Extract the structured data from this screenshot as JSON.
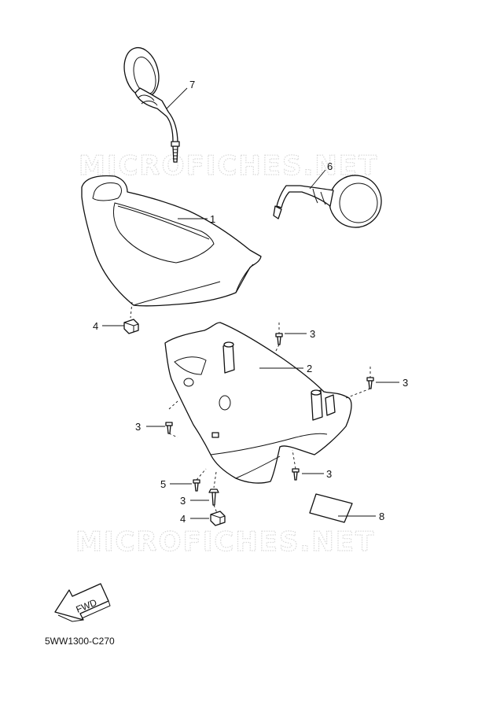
{
  "watermark": "MICROFICHES.NET",
  "diagram_code": "5WW1300-C270",
  "fwd_label": "FWD",
  "callouts": [
    {
      "id": "c7",
      "label": "7"
    },
    {
      "id": "c6",
      "label": "6"
    },
    {
      "id": "c1",
      "label": "1"
    },
    {
      "id": "c4a",
      "label": "4"
    },
    {
      "id": "c3a",
      "label": "3"
    },
    {
      "id": "c2",
      "label": "2"
    },
    {
      "id": "c3b",
      "label": "3"
    },
    {
      "id": "c3c",
      "label": "3"
    },
    {
      "id": "c3d",
      "label": "3"
    },
    {
      "id": "c5",
      "label": "5"
    },
    {
      "id": "c3e",
      "label": "3"
    },
    {
      "id": "c8",
      "label": "8"
    },
    {
      "id": "c4b",
      "label": "4"
    }
  ]
}
